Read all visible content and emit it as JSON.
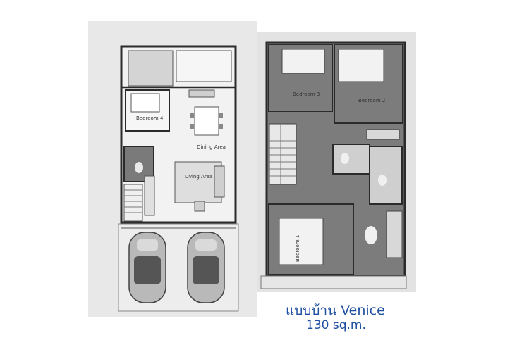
{
  "plan": {
    "ground_floor": {
      "rooms": {
        "bedroom4": "Bedroom 4",
        "dining": "Dining Area",
        "living": "Living Area"
      }
    },
    "upper_floor": {
      "rooms": {
        "bedroom3": "Bedroom 3",
        "bedroom2": "Bedroom 2",
        "bedroom1": "Bedroom 1"
      }
    },
    "caption": {
      "title": "แบบบ้าน Venice",
      "area": "130 sq.m."
    }
  },
  "colors": {
    "scan_background": "#e6e6e6",
    "floor_fill": "#efefef",
    "dark_floor": "#777777",
    "wall": "#2b2b2b",
    "caption_text": "#1f4fa0"
  }
}
